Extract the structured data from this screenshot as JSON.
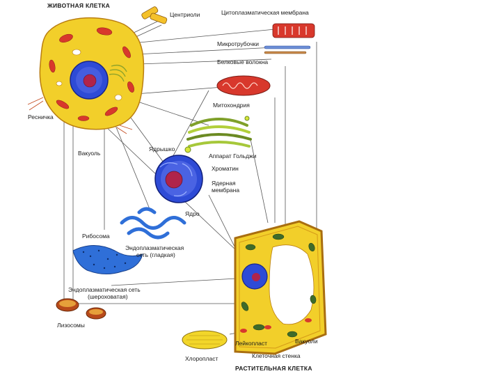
{
  "titles": {
    "animal_cell": "ЖИВОТНАЯ КЛЕТКА",
    "plant_cell": "РАСТИТЕЛЬНАЯ КЛЕТКА"
  },
  "labels": {
    "centrioles": "Центриоли",
    "membrane": "Цитоплазматическая мембрана",
    "microtubules": "Микротрубочки",
    "protein_fibers": "Белковые волокна",
    "mitochondria": "Митохондрия",
    "golgi": "Аппарат Гольджи",
    "cilium": "Ресничка",
    "vacuole": "Вакуоль",
    "nucleolus": "Ядрышко",
    "chromatin": "Хроматин",
    "nuclear_membrane_line1": "Ядерная",
    "nuclear_membrane_line2": "мембрана",
    "nucleus": "Ядро",
    "ribosome": "Рибосома",
    "smooth_er_line1": "Эндоплазматическая",
    "smooth_er_line2": "сеть (гладкая)",
    "rough_er_line1": "Эндоплазматическая сеть",
    "rough_er_line2": "(шероховатая)",
    "lysosomes": "Лизосомы",
    "leucoplast": "Лейкопласт",
    "vacuoles": "Вакуоли",
    "chloroplast": "Хлоропласт",
    "cell_wall": "Клеточная стенка"
  },
  "colors": {
    "cytoplasm": "#f2cf2a",
    "cell_outline": "#c98a12",
    "mitochondria": "#d8382c",
    "nucleus": "#2e4bd6",
    "nucleolus": "#b0244a",
    "golgi": "#8fc43a",
    "er": "#2f6fd8",
    "chloroplast": "#3f6b2a",
    "connector": "#444444"
  }
}
